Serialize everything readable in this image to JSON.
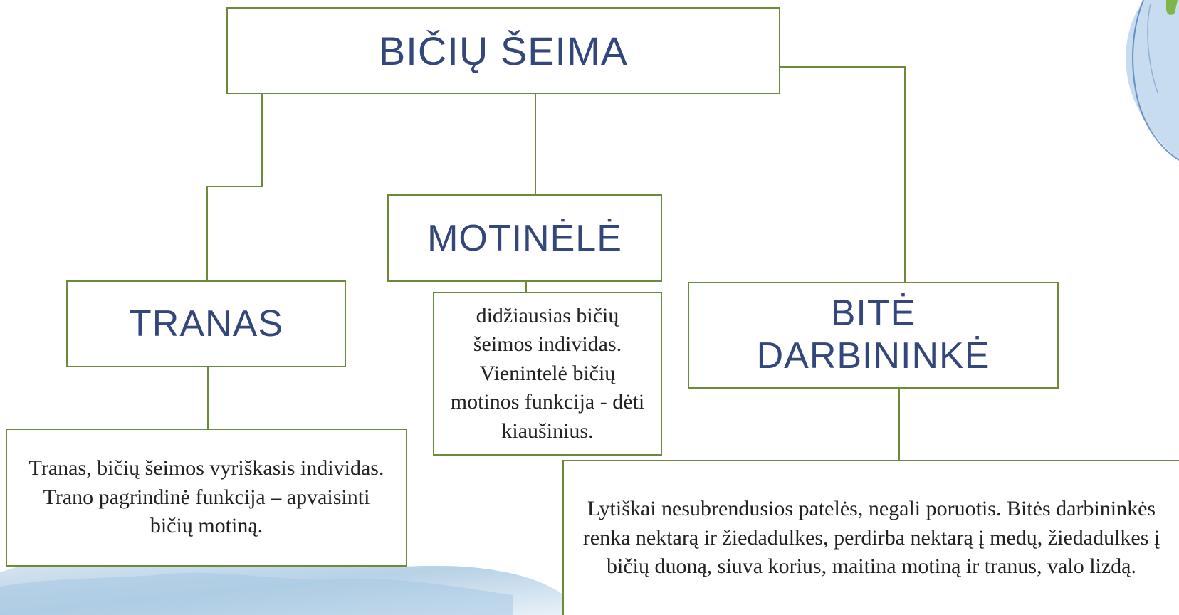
{
  "diagram": {
    "root": {
      "label": "BIČIŲ ŠEIMA"
    },
    "nodes": {
      "tranas": {
        "title": "TRANAS",
        "description": "Tranas, bičių šeimos vyriškasis individas. Trano pagrindinė funkcija – apvaisinti bičių motiną."
      },
      "motinele": {
        "title": "MOTINĖLĖ",
        "description": "didžiausias bičių šeimos individas. Vienintelė bičių motinos funkcija - dėti kiaušinius."
      },
      "darbininke": {
        "title": "BITĖ DARBININKĖ",
        "description": "Lytiškai nesubrendusios patelės, negali poruotis. Bitės darbininkės renka nektarą ir žiedadulkes, perdirba nektarą į medų, žiedadulkes į bičių duoną, siuva korius, maitina motiną ir tranus, valo lizdą."
      }
    },
    "colors": {
      "line": "#6b8a3a",
      "title_text": "#34477d",
      "body_text": "#222222",
      "watercolor": "#8fb6db"
    }
  }
}
